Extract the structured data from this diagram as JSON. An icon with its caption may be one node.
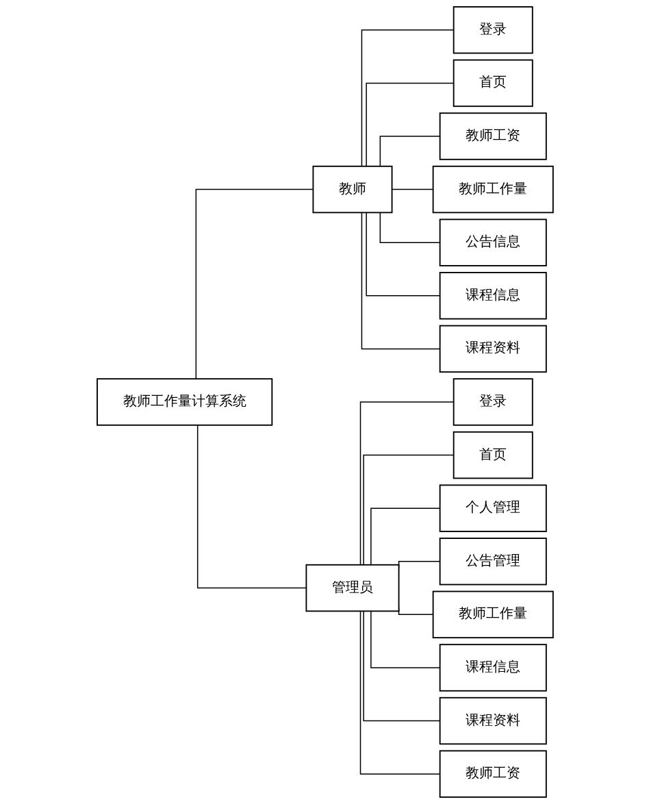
{
  "diagram": {
    "nodes": [
      {
        "text": [
          "教师工作量计算系统"
        ]
      },
      {
        "text": [
          "教师"
        ]
      },
      {
        "text": [
          "登录"
        ]
      },
      {
        "text": [
          "首页"
        ]
      },
      {
        "text": [
          "教师工资"
        ]
      },
      {
        "text": [
          "教师工作量"
        ]
      },
      {
        "text": [
          "公告信息"
        ]
      },
      {
        "text": [
          "课程信息"
        ]
      },
      {
        "text": [
          "课程资料"
        ]
      },
      {
        "text": [
          "管理员"
        ]
      },
      {
        "text": [
          "登录"
        ]
      },
      {
        "text": [
          "首页"
        ]
      },
      {
        "text": [
          "个人管理"
        ]
      },
      {
        "text": [
          "公告管理"
        ]
      },
      {
        "text": [
          "教师工作量"
        ]
      },
      {
        "text": [
          "课程信息"
        ]
      },
      {
        "text": [
          "课程资料"
        ]
      },
      {
        "text": [
          "教师工资"
        ]
      }
    ],
    "edges": [
      {
        "from": 0,
        "to": 1,
        "arrow": "none"
      },
      {
        "from": 0,
        "to": 9,
        "arrow": "none"
      },
      {
        "from": 1,
        "to": 2,
        "arrow": "none"
      },
      {
        "from": 1,
        "to": 3,
        "arrow": "none"
      },
      {
        "from": 1,
        "to": 4,
        "arrow": "none"
      },
      {
        "from": 1,
        "to": 5,
        "arrow": "none"
      },
      {
        "from": 1,
        "to": 6,
        "arrow": "none"
      },
      {
        "from": 1,
        "to": 7,
        "arrow": "none"
      },
      {
        "from": 1,
        "to": 8,
        "arrow": "none"
      },
      {
        "from": 9,
        "to": 10,
        "arrow": "none"
      },
      {
        "from": 9,
        "to": 11,
        "arrow": "none"
      },
      {
        "from": 9,
        "to": 12,
        "arrow": "none"
      },
      {
        "from": 9,
        "to": 13,
        "arrow": "none"
      },
      {
        "from": 9,
        "to": 14,
        "arrow": "none"
      },
      {
        "from": 9,
        "to": 15,
        "arrow": "none"
      },
      {
        "from": 9,
        "to": 16,
        "arrow": "none"
      },
      {
        "from": 9,
        "to": 17,
        "arrow": "none"
      }
    ]
  }
}
